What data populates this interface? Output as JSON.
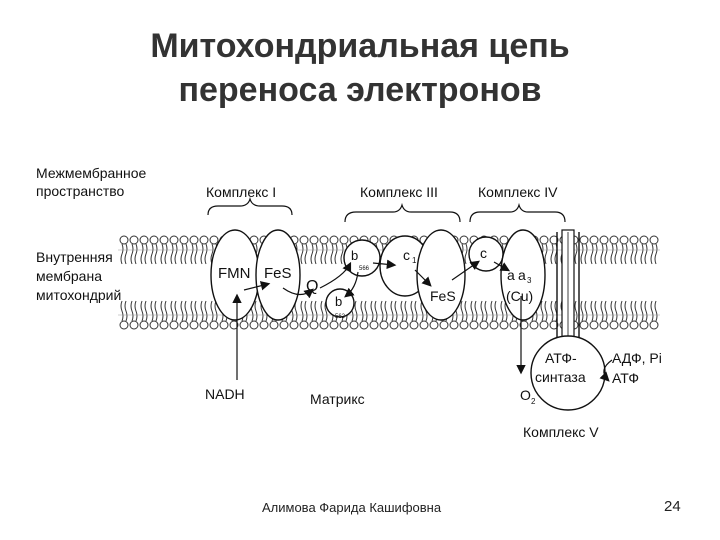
{
  "slide": {
    "title_line1": "Митохондриальная цепь",
    "title_line2": "переноса электронов",
    "author": "Алимова Фарида Кашифовна",
    "page_number": "24"
  },
  "diagram": {
    "left_labels": {
      "intermembrane_line1": "Межмембранное",
      "intermembrane_line2": "пространство",
      "inner_membrane_line1": "Внутренняя",
      "inner_membrane_line2": "мембрана",
      "inner_membrane_line3": "митохондрий"
    },
    "complexes": {
      "complex1": "Комплекс I",
      "complex3": "Комплекс III",
      "complex4": "Комплекс IV",
      "complex5": "Комплекс V"
    },
    "components": {
      "fmn": "FMN",
      "fes1": "FeS",
      "q": "Q",
      "b566": "b",
      "b566_sub": "566",
      "b562": "b",
      "b562_sub": "562",
      "c1": "c",
      "c1_sub": "1",
      "fes3": "FeS",
      "c": "c",
      "aa3_a": "a",
      "aa3_a3": "a",
      "aa3_sub": "3",
      "cu": "(Cu)"
    },
    "atp_synthase_line1": "АТФ-",
    "atp_synthase_line2": "синтаза",
    "adp_pi": "АДФ, Pi",
    "atp": "АТФ",
    "nadh": "NADH",
    "matrix": "Матрикс",
    "o2": "O",
    "o2_sub": "2"
  }
}
